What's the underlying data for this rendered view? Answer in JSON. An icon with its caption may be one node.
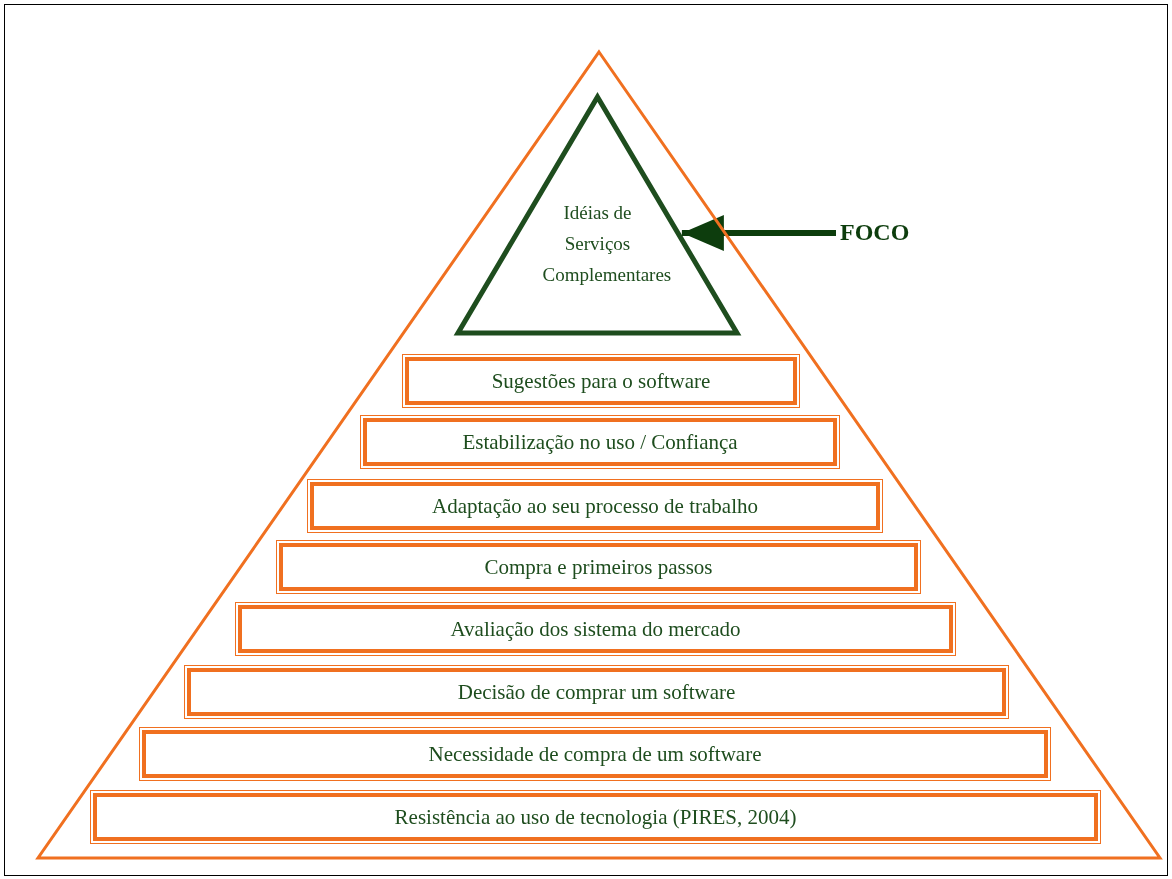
{
  "diagram": {
    "nodes": [
      {
        "text": [],
        "shape": "triangle"
      },
      {
        "text": [
          "Idéias de Serviços Complementares"
        ],
        "in": 0
      },
      {
        "text": [
          "Sugestões para o software"
        ],
        "in": 0
      },
      {
        "text": [
          "Estabilização no uso / Confiança"
        ],
        "in": 0
      },
      {
        "text": [
          "Adaptação ao seu processo de trabalho"
        ],
        "in": 0
      },
      {
        "text": [
          "Compra e primeiros passos"
        ],
        "in": 0
      },
      {
        "text": [
          "Avaliação dos sistema do mercado"
        ],
        "in": 0
      },
      {
        "text": [
          "Decisão de comprar um software"
        ],
        "in": 0
      },
      {
        "text": [
          "Necessidade de compra de um software"
        ],
        "in": 0
      },
      {
        "text": [
          "Resistência ao uso de tecnologia (PIRES, 2004)"
        ],
        "in": 0
      },
      {
        "text": [
          "FOCO"
        ]
      }
    ],
    "edges": [
      {
        "from": 10,
        "to": 1,
        "arrow": "to"
      }
    ]
  }
}
